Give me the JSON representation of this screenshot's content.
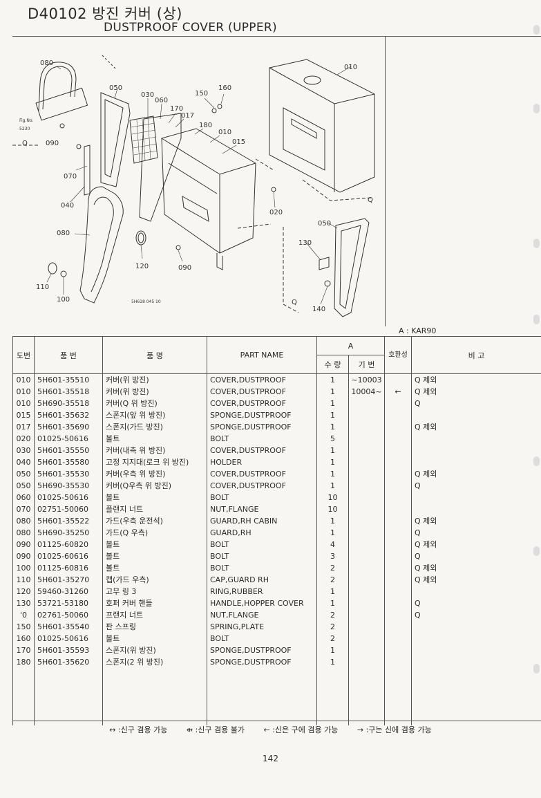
{
  "header": {
    "code_title": "D40102 방진 커버 (상)",
    "english_title": "DUSTPROOF COVER (UPPER)"
  },
  "diagram": {
    "labels": [
      "080",
      "050",
      "030",
      "060",
      "170",
      "017",
      "180",
      "150",
      "160",
      "010",
      "015",
      "010",
      "Fig.No.",
      "5230",
      "Q",
      "090",
      "070",
      "040",
      "020",
      "Q",
      "080",
      "050",
      "130",
      "120",
      "090",
      "110",
      "100",
      "140",
      "Q",
      "5H618 045 10"
    ]
  },
  "table": {
    "variant_note": "A : KAR90",
    "headers": {
      "ref": "도번",
      "part_no": "품 번",
      "name_kr": "품 명",
      "part_name": "PART NAME",
      "group_a": "A",
      "qty": "수 량",
      "serial": "기 번",
      "compat": "호환성",
      "remark": "비 고"
    },
    "rows": [
      {
        "ref": "010",
        "part_no": "5H601-35510",
        "name_kr": "커버(위 방진)",
        "part_name": "COVER,DUSTPROOF",
        "qty": "1",
        "serial": "~10003",
        "compat": "",
        "remark": "Q 제외"
      },
      {
        "ref": "010",
        "part_no": "5H601-35518",
        "name_kr": "커버(위 방진)",
        "part_name": "COVER,DUSTPROOF",
        "qty": "1",
        "serial": "10004~",
        "compat": "←",
        "remark": "Q 제외"
      },
      {
        "ref": "010",
        "part_no": "5H690-35518",
        "name_kr": "커버(Q 위 방진)",
        "part_name": "COVER,DUSTPROOF",
        "qty": "1",
        "serial": "",
        "compat": "",
        "remark": "Q"
      },
      {
        "ref": "015",
        "part_no": "5H601-35632",
        "name_kr": "스폰지(앞 위 방진)",
        "part_name": "SPONGE,DUSTPROOF",
        "qty": "1",
        "serial": "",
        "compat": "",
        "remark": ""
      },
      {
        "ref": "017",
        "part_no": "5H601-35690",
        "name_kr": "스폰지(가드 방진)",
        "part_name": "SPONGE,DUSTPROOF",
        "qty": "1",
        "serial": "",
        "compat": "",
        "remark": "Q 제외"
      },
      {
        "ref": "020",
        "part_no": "01025-50616",
        "name_kr": "볼트",
        "part_name": "BOLT",
        "qty": "5",
        "serial": "",
        "compat": "",
        "remark": ""
      },
      {
        "ref": "030",
        "part_no": "5H601-35550",
        "name_kr": "커버(내측 위 방진)",
        "part_name": "COVER,DUSTPROOF",
        "qty": "1",
        "serial": "",
        "compat": "",
        "remark": ""
      },
      {
        "ref": "040",
        "part_no": "5H601-35580",
        "name_kr": "고정 지지대(로크 위 방진)",
        "part_name": "HOLDER",
        "qty": "1",
        "serial": "",
        "compat": "",
        "remark": ""
      },
      {
        "ref": "050",
        "part_no": "5H601-35530",
        "name_kr": "커버(우측 위 방진)",
        "part_name": "COVER,DUSTPROOF",
        "qty": "1",
        "serial": "",
        "compat": "",
        "remark": "Q 제외"
      },
      {
        "ref": "050",
        "part_no": "5H690-35530",
        "name_kr": "커버(Q우측 위 방진)",
        "part_name": "COVER,DUSTPROOF",
        "qty": "1",
        "serial": "",
        "compat": "",
        "remark": "Q"
      },
      {
        "ref": "060",
        "part_no": "01025-50616",
        "name_kr": "볼트",
        "part_name": "BOLT",
        "qty": "10",
        "serial": "",
        "compat": "",
        "remark": ""
      },
      {
        "ref": "070",
        "part_no": "02751-50060",
        "name_kr": "플랜지 너트",
        "part_name": "NUT,FLANGE",
        "qty": "10",
        "serial": "",
        "compat": "",
        "remark": ""
      },
      {
        "ref": "080",
        "part_no": "5H601-35522",
        "name_kr": "가드(우측 운전석)",
        "part_name": "GUARD,RH CABIN",
        "qty": "1",
        "serial": "",
        "compat": "",
        "remark": "Q 제외"
      },
      {
        "ref": "080",
        "part_no": "5H690-35250",
        "name_kr": "가드(Q 우측)",
        "part_name": "GUARD,RH",
        "qty": "1",
        "serial": "",
        "compat": "",
        "remark": "Q"
      },
      {
        "ref": "090",
        "part_no": "01125-60820",
        "name_kr": "볼트",
        "part_name": "BOLT",
        "qty": "4",
        "serial": "",
        "compat": "",
        "remark": "Q 제외"
      },
      {
        "ref": "090",
        "part_no": "01025-60616",
        "name_kr": "볼트",
        "part_name": "BOLT",
        "qty": "3",
        "serial": "",
        "compat": "",
        "remark": "Q"
      },
      {
        "ref": "100",
        "part_no": "01125-60816",
        "name_kr": "볼트",
        "part_name": "BOLT",
        "qty": "2",
        "serial": "",
        "compat": "",
        "remark": "Q 제외"
      },
      {
        "ref": "110",
        "part_no": "5H601-35270",
        "name_kr": "캡(가드 우측)",
        "part_name": "CAP,GUARD RH",
        "qty": "2",
        "serial": "",
        "compat": "",
        "remark": "Q 제외"
      },
      {
        "ref": "120",
        "part_no": "59460-31260",
        "name_kr": "고무 링 3",
        "part_name": "RING,RUBBER",
        "qty": "1",
        "serial": "",
        "compat": "",
        "remark": ""
      },
      {
        "ref": "130",
        "part_no": "53721-53180",
        "name_kr": "호퍼 커버 핸들",
        "part_name": "HANDLE,HOPPER COVER",
        "qty": "1",
        "serial": "",
        "compat": "",
        "remark": "Q"
      },
      {
        "ref": "'0",
        "part_no": "02761-50060",
        "name_kr": "프랜지 너트",
        "part_name": "NUT,FLANGE",
        "qty": "2",
        "serial": "",
        "compat": "",
        "remark": "Q"
      },
      {
        "ref": "150",
        "part_no": "5H601-35540",
        "name_kr": "판 스프링",
        "part_name": "SPRING,PLATE",
        "qty": "2",
        "serial": "",
        "compat": "",
        "remark": ""
      },
      {
        "ref": "160",
        "part_no": "01025-50616",
        "name_kr": "볼트",
        "part_name": "BOLT",
        "qty": "2",
        "serial": "",
        "compat": "",
        "remark": ""
      },
      {
        "ref": "170",
        "part_no": "5H601-35593",
        "name_kr": "스폰지(위 방진)",
        "part_name": "SPONGE,DUSTPROOF",
        "qty": "1",
        "serial": "",
        "compat": "",
        "remark": ""
      },
      {
        "ref": "180",
        "part_no": "5H601-35620",
        "name_kr": "스폰지(2 위 방진)",
        "part_name": "SPONGE,DUSTPROOF",
        "qty": "1",
        "serial": "",
        "compat": "",
        "remark": ""
      }
    ]
  },
  "legend": [
    "↔ :신구 겸용 가능",
    "⇹ :신구 겸용 불가",
    "← :신은 구에 겸용 가능",
    "→ :구는 신에 겸용 가능"
  ],
  "page_number": "142"
}
